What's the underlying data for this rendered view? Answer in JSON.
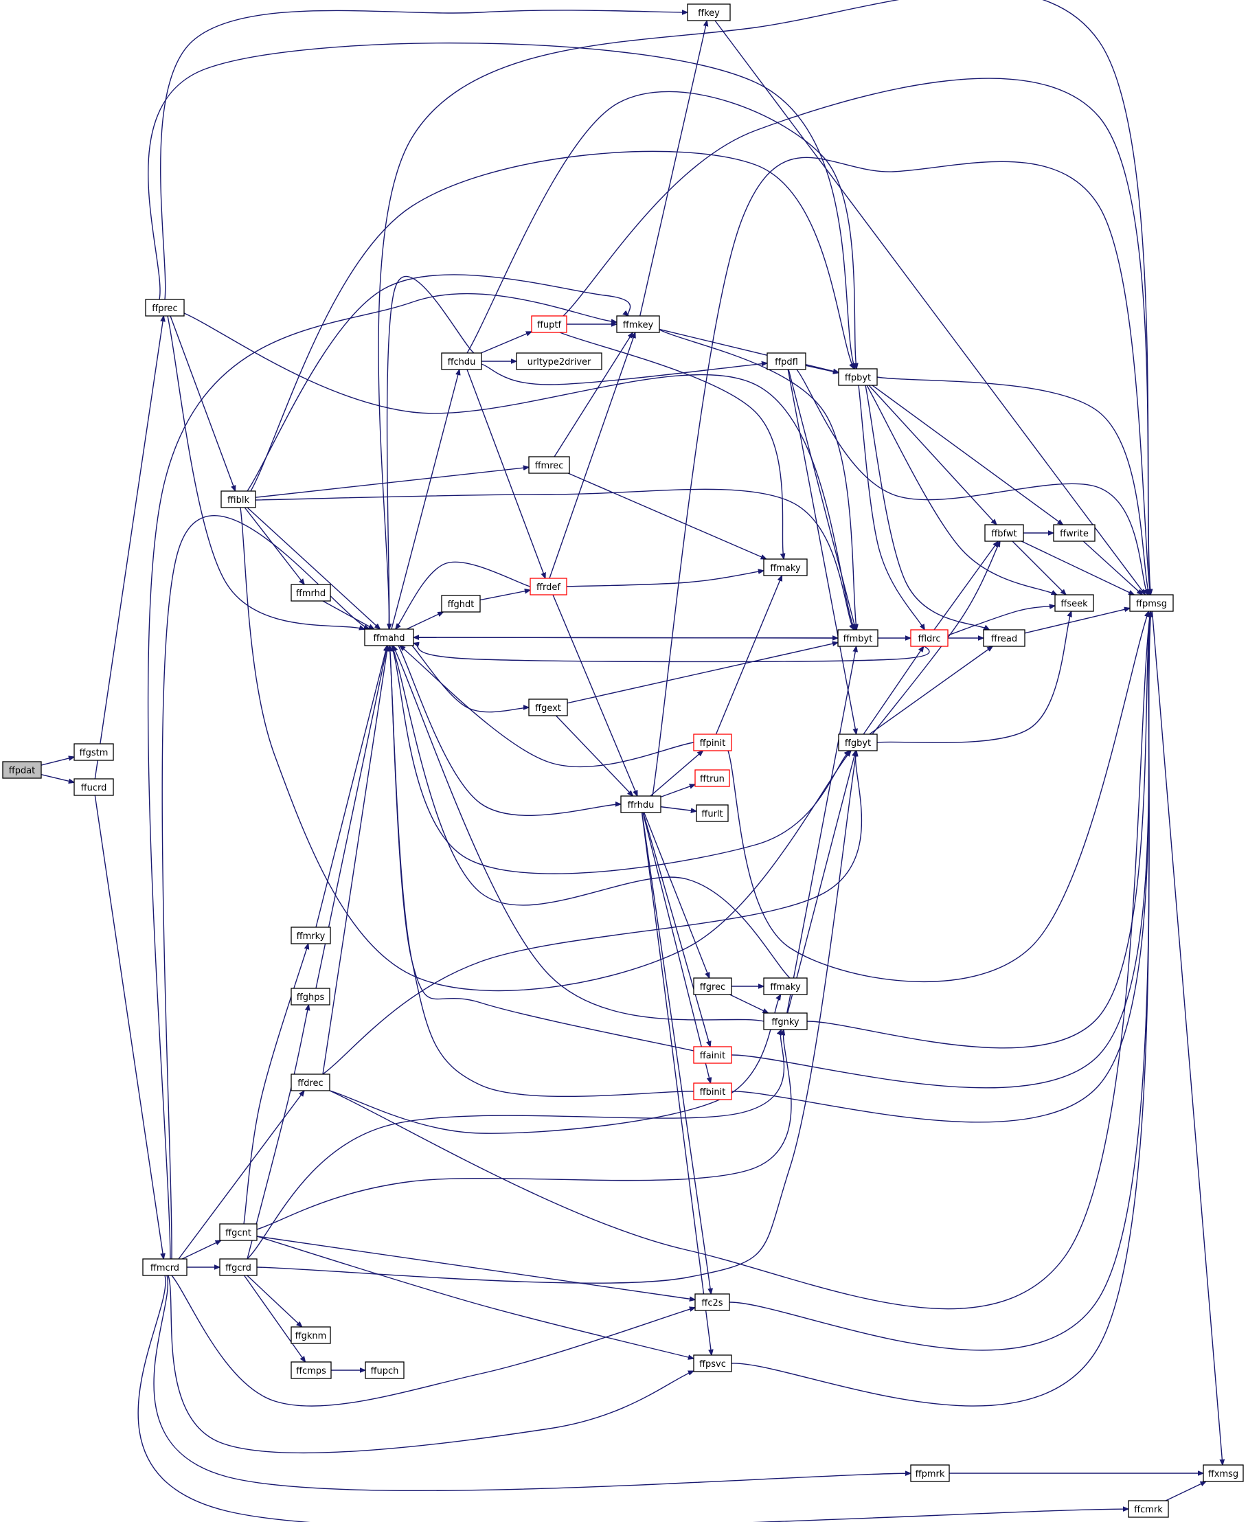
{
  "nodes": [
    {
      "id": "ffpdat",
      "label": "ffpdat",
      "style": "root"
    },
    {
      "id": "ffgstm",
      "label": "ffgstm",
      "style": "normal"
    },
    {
      "id": "ffucrd",
      "label": "ffucrd",
      "style": "normal"
    },
    {
      "id": "ffprec",
      "label": "ffprec",
      "style": "normal"
    },
    {
      "id": "ffmcrd",
      "label": "ffmcrd",
      "style": "normal"
    },
    {
      "id": "ffiblk",
      "label": "ffiblk",
      "style": "normal"
    },
    {
      "id": "ffmrhd",
      "label": "ffmrhd",
      "style": "normal"
    },
    {
      "id": "ffmahd",
      "label": "ffmahd",
      "style": "normal"
    },
    {
      "id": "ffmrky",
      "label": "ffmrky",
      "style": "normal"
    },
    {
      "id": "ffghps",
      "label": "ffghps",
      "style": "normal"
    },
    {
      "id": "ffdrec",
      "label": "ffdrec",
      "style": "normal"
    },
    {
      "id": "ffgcnt",
      "label": "ffgcnt",
      "style": "normal"
    },
    {
      "id": "ffgcrd",
      "label": "ffgcrd",
      "style": "normal"
    },
    {
      "id": "ffgknm",
      "label": "ffgknm",
      "style": "normal"
    },
    {
      "id": "ffcmps",
      "label": "ffcmps",
      "style": "normal"
    },
    {
      "id": "ffupch",
      "label": "ffupch",
      "style": "normal"
    },
    {
      "id": "ffchdu",
      "label": "ffchdu",
      "style": "normal"
    },
    {
      "id": "ffghdt",
      "label": "ffghdt",
      "style": "normal"
    },
    {
      "id": "ffuptf",
      "label": "ffuptf",
      "style": "truncated"
    },
    {
      "id": "urltype2driver",
      "label": "urltype2driver",
      "style": "normal"
    },
    {
      "id": "ffmrec",
      "label": "ffmrec",
      "style": "normal"
    },
    {
      "id": "ffrdef",
      "label": "ffrdef",
      "style": "truncated"
    },
    {
      "id": "ffgext",
      "label": "ffgext",
      "style": "normal"
    },
    {
      "id": "ffrhdu",
      "label": "ffrhdu",
      "style": "normal"
    },
    {
      "id": "ffpinit",
      "label": "ffpinit",
      "style": "truncated"
    },
    {
      "id": "fftrun",
      "label": "fftrun",
      "style": "truncated"
    },
    {
      "id": "ffurlt",
      "label": "ffurlt",
      "style": "normal"
    },
    {
      "id": "ffgrec",
      "label": "ffgrec",
      "style": "normal"
    },
    {
      "id": "ffainit",
      "label": "ffainit",
      "style": "truncated"
    },
    {
      "id": "ffbinit",
      "label": "ffbinit",
      "style": "truncated"
    },
    {
      "id": "ffc2s",
      "label": "ffc2s",
      "style": "normal"
    },
    {
      "id": "ffpsvc",
      "label": "ffpsvc",
      "style": "normal"
    },
    {
      "id": "ffkey",
      "label": "ffkey",
      "style": "normal"
    },
    {
      "id": "ffmkey",
      "label": "ffmkey",
      "style": "normal"
    },
    {
      "id": "ffpdfl",
      "label": "ffpdfl",
      "style": "normal"
    },
    {
      "id": "ffpbyt",
      "label": "ffpbyt",
      "style": "normal"
    },
    {
      "id": "ffmaky1",
      "label": "ffmaky",
      "style": "normal"
    },
    {
      "id": "ffmbyt",
      "label": "ffmbyt",
      "style": "normal"
    },
    {
      "id": "ffgbyt",
      "label": "ffgbyt",
      "style": "normal"
    },
    {
      "id": "ffmaky2",
      "label": "ffmaky",
      "style": "normal"
    },
    {
      "id": "ffgnky",
      "label": "ffgnky",
      "style": "normal"
    },
    {
      "id": "ffldrc",
      "label": "ffldrc",
      "style": "truncated"
    },
    {
      "id": "ffbfwt",
      "label": "ffbfwt",
      "style": "normal"
    },
    {
      "id": "ffwrite",
      "label": "ffwrite",
      "style": "normal"
    },
    {
      "id": "ffseek",
      "label": "ffseek",
      "style": "normal"
    },
    {
      "id": "ffread",
      "label": "ffread",
      "style": "normal"
    },
    {
      "id": "ffpmsg",
      "label": "ffpmsg",
      "style": "normal"
    },
    {
      "id": "ffpmrk",
      "label": "ffpmrk",
      "style": "normal"
    },
    {
      "id": "ffxmsg",
      "label": "ffxmsg",
      "style": "normal"
    },
    {
      "id": "ffcmrk",
      "label": "ffcmrk",
      "style": "normal"
    }
  ],
  "edges": [
    [
      "ffpdat",
      "ffgstm"
    ],
    [
      "ffpdat",
      "ffucrd"
    ],
    [
      "ffucrd",
      "ffprec"
    ],
    [
      "ffucrd",
      "ffmcrd"
    ],
    [
      "ffprec",
      "ffkey"
    ],
    [
      "ffprec",
      "ffpbyt"
    ],
    [
      "ffprec",
      "ffiblk"
    ],
    [
      "ffprec",
      "ffmbyt"
    ],
    [
      "ffprec",
      "ffmahd"
    ],
    [
      "ffiblk",
      "ffmkey"
    ],
    [
      "ffiblk",
      "ffpbyt"
    ],
    [
      "ffiblk",
      "ffmrec"
    ],
    [
      "ffiblk",
      "ffmbyt"
    ],
    [
      "ffiblk",
      "ffmrhd"
    ],
    [
      "ffiblk",
      "ffmahd"
    ],
    [
      "ffiblk",
      "ffgbyt"
    ],
    [
      "ffmrhd",
      "ffmahd"
    ],
    [
      "ffmahd",
      "ffchdu"
    ],
    [
      "ffmahd",
      "ffghdt"
    ],
    [
      "ffmahd",
      "ffgext"
    ],
    [
      "ffmahd",
      "ffrhdu"
    ],
    [
      "ffmahd",
      "ffmbyt"
    ],
    [
      "ffmahd",
      "ffgbyt"
    ],
    [
      "ffmahd",
      "ffpmsg"
    ],
    [
      "ffchdu",
      "ffuptf"
    ],
    [
      "ffchdu",
      "urltype2driver"
    ],
    [
      "ffchdu",
      "ffpdfl"
    ],
    [
      "ffchdu",
      "ffrdef"
    ],
    [
      "ffchdu",
      "ffmahd"
    ],
    [
      "ffchdu",
      "ffpbyt"
    ],
    [
      "ffghdt",
      "ffrdef"
    ],
    [
      "ffuptf",
      "ffmkey"
    ],
    [
      "ffuptf",
      "ffmaky1"
    ],
    [
      "ffuptf",
      "ffpmsg"
    ],
    [
      "ffmrec",
      "ffmkey"
    ],
    [
      "ffmrec",
      "ffmaky1"
    ],
    [
      "ffrdef",
      "ffmaky1"
    ],
    [
      "ffrdef",
      "ffmkey"
    ],
    [
      "ffrdef",
      "ffrhdu"
    ],
    [
      "ffrdef",
      "ffmahd"
    ],
    [
      "ffgext",
      "ffmbyt"
    ],
    [
      "ffgext",
      "ffrhdu"
    ],
    [
      "ffrhdu",
      "ffpinit"
    ],
    [
      "ffrhdu",
      "fftrun"
    ],
    [
      "ffrhdu",
      "ffurlt"
    ],
    [
      "ffrhdu",
      "ffgrec"
    ],
    [
      "ffrhdu",
      "ffainit"
    ],
    [
      "ffrhdu",
      "ffbinit"
    ],
    [
      "ffrhdu",
      "ffc2s"
    ],
    [
      "ffrhdu",
      "ffpsvc"
    ],
    [
      "ffrhdu",
      "ffpmsg"
    ],
    [
      "ffpinit",
      "ffmaky1"
    ],
    [
      "ffpinit",
      "ffmahd"
    ],
    [
      "ffpinit",
      "ffpmsg"
    ],
    [
      "ffgrec",
      "ffmaky2"
    ],
    [
      "ffgrec",
      "ffgnky"
    ],
    [
      "ffgnky",
      "ffgbyt"
    ],
    [
      "ffgnky",
      "ffmbyt"
    ],
    [
      "ffgnky",
      "ffmahd"
    ],
    [
      "ffgnky",
      "ffpmsg"
    ],
    [
      "ffmaky2",
      "ffmahd"
    ],
    [
      "ffainit",
      "ffmahd"
    ],
    [
      "ffainit",
      "ffpmsg"
    ],
    [
      "ffbinit",
      "ffmahd"
    ],
    [
      "ffbinit",
      "ffpmsg"
    ],
    [
      "ffkey",
      "ffpmsg"
    ],
    [
      "ffmkey",
      "ffkey"
    ],
    [
      "ffmkey",
      "ffpbyt"
    ],
    [
      "ffmkey",
      "ffmbyt"
    ],
    [
      "ffpdfl",
      "ffpbyt"
    ],
    [
      "ffpdfl",
      "ffmbyt"
    ],
    [
      "ffpdfl",
      "ffgbyt"
    ],
    [
      "ffpdfl",
      "ffpmsg"
    ],
    [
      "ffpbyt",
      "ffbfwt"
    ],
    [
      "ffpbyt",
      "ffwrite"
    ],
    [
      "ffpbyt",
      "ffseek"
    ],
    [
      "ffpbyt",
      "ffldrc"
    ],
    [
      "ffpbyt",
      "ffread"
    ],
    [
      "ffpbyt",
      "ffpmsg"
    ],
    [
      "ffmbyt",
      "ffldrc"
    ],
    [
      "ffmbyt",
      "ffmahd"
    ],
    [
      "ffgbyt",
      "ffldrc"
    ],
    [
      "ffgbyt",
      "ffbfwt"
    ],
    [
      "ffgbyt",
      "ffread"
    ],
    [
      "ffgbyt",
      "ffseek"
    ],
    [
      "ffldrc",
      "ffbfwt"
    ],
    [
      "ffldrc",
      "ffseek"
    ],
    [
      "ffldrc",
      "ffread"
    ],
    [
      "ffldrc",
      "ffmahd"
    ],
    [
      "ffbfwt",
      "ffwrite"
    ],
    [
      "ffbfwt",
      "ffseek"
    ],
    [
      "ffbfwt",
      "ffpmsg"
    ],
    [
      "ffwrite",
      "ffpmsg"
    ],
    [
      "ffread",
      "ffpmsg"
    ],
    [
      "ffpmsg",
      "ffxmsg"
    ],
    [
      "ffc2s",
      "ffpmsg"
    ],
    [
      "ffpsvc",
      "ffpmsg"
    ],
    [
      "ffmcrd",
      "ffmahd"
    ],
    [
      "ffmcrd",
      "ffdrec"
    ],
    [
      "ffmcrd",
      "ffgcnt"
    ],
    [
      "ffmcrd",
      "ffgcrd"
    ],
    [
      "ffmcrd",
      "ffc2s"
    ],
    [
      "ffmcrd",
      "ffpsvc"
    ],
    [
      "ffmcrd",
      "ffpmrk"
    ],
    [
      "ffmcrd",
      "ffcmrk"
    ],
    [
      "ffmcrd",
      "ffmkey"
    ],
    [
      "ffdrec",
      "ffmahd"
    ],
    [
      "ffdrec",
      "ffgbyt"
    ],
    [
      "ffdrec",
      "ffmaky2"
    ],
    [
      "ffdrec",
      "ffpmsg"
    ],
    [
      "ffgcnt",
      "ffmrky"
    ],
    [
      "ffgcnt",
      "ffgnky"
    ],
    [
      "ffgcnt",
      "ffc2s"
    ],
    [
      "ffgcnt",
      "ffpsvc"
    ],
    [
      "ffgcrd",
      "ffghps"
    ],
    [
      "ffgcrd",
      "ffgnky"
    ],
    [
      "ffgcrd",
      "ffgknm"
    ],
    [
      "ffgcrd",
      "ffcmps"
    ],
    [
      "ffgcrd",
      "ffgbyt"
    ],
    [
      "ffmrky",
      "ffmahd"
    ],
    [
      "ffghps",
      "ffmahd"
    ],
    [
      "ffcmps",
      "ffupch"
    ],
    [
      "ffpmrk",
      "ffxmsg"
    ],
    [
      "ffcmrk",
      "ffxmsg"
    ]
  ]
}
